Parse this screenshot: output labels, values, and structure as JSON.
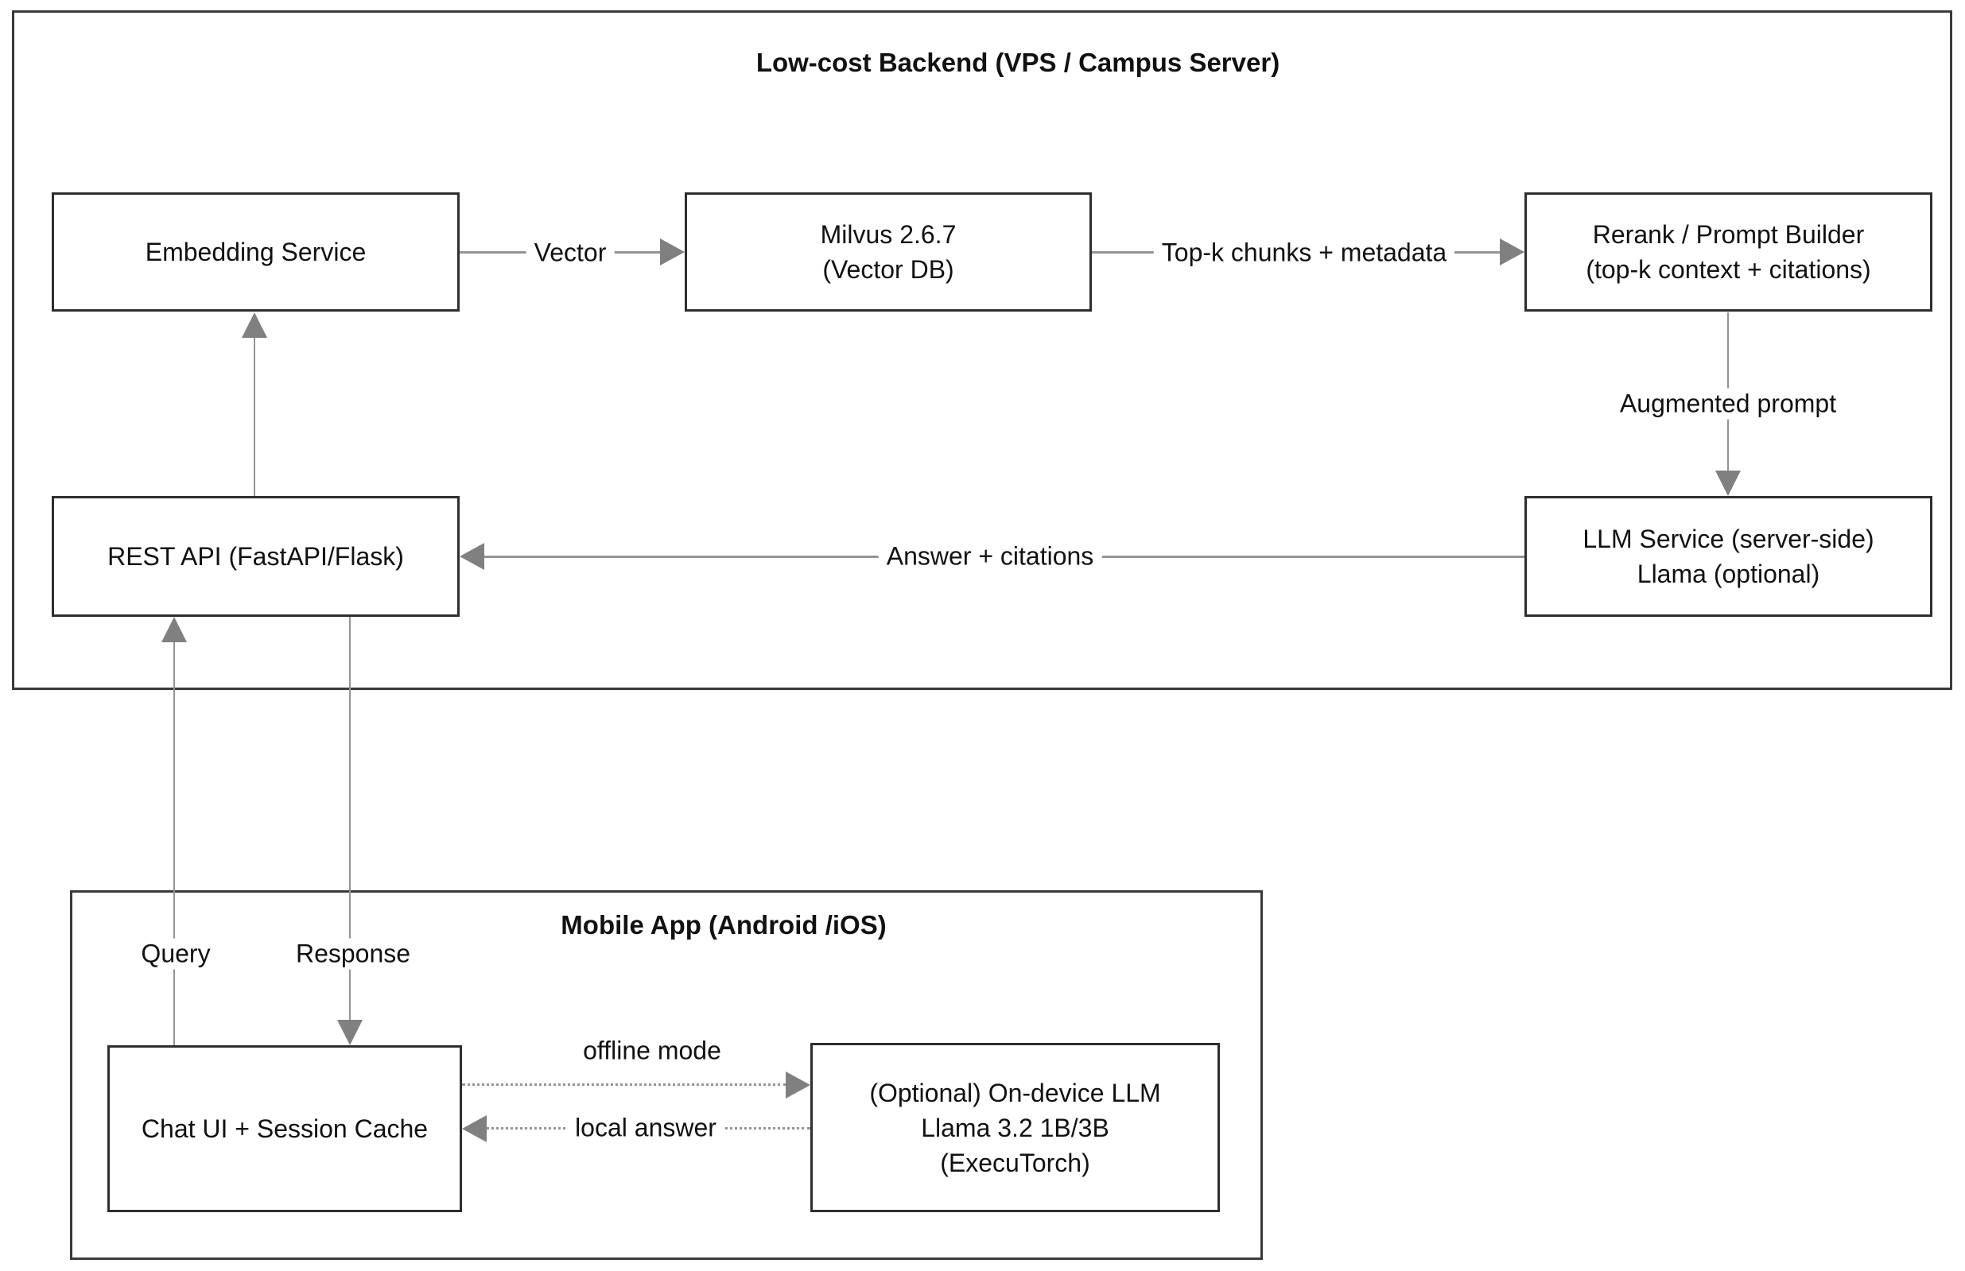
{
  "groups": {
    "backend": {
      "title": "Low-cost Backend (VPS / Campus Server)"
    },
    "mobile": {
      "title": "Mobile App (Android /iOS)"
    }
  },
  "nodes": {
    "embedding": {
      "lines": [
        "Embedding Service"
      ]
    },
    "milvus": {
      "lines": [
        "Milvus 2.6.7",
        "(Vector DB)"
      ]
    },
    "rerank": {
      "lines": [
        "Rerank / Prompt Builder",
        "(top-k context + citations)"
      ]
    },
    "rest_api": {
      "lines": [
        "REST API (FastAPI/Flask)"
      ]
    },
    "llm_service": {
      "lines": [
        "LLM Service (server-side)",
        "Llama (optional)"
      ]
    },
    "chat_ui": {
      "lines": [
        "Chat UI + Session Cache"
      ]
    },
    "on_device_llm": {
      "lines": [
        "(Optional) On-device LLM",
        "Llama 3.2 1B/3B",
        "(ExecuTorch)"
      ]
    }
  },
  "edges": {
    "vector": {
      "label": "Vector"
    },
    "topk": {
      "label": "Top-k chunks + metadata"
    },
    "augmented_prompt": {
      "label": "Augmented prompt"
    },
    "answer_citations": {
      "label": "Answer + citations"
    },
    "query": {
      "label": "Query"
    },
    "response": {
      "label": "Response"
    },
    "offline_mode": {
      "label": "offline mode"
    },
    "local_answer": {
      "label": "local answer"
    }
  },
  "colors": {
    "box_border": "#2e2e2e",
    "group_border": "#3a3a3a",
    "arrow_line": "#949494",
    "arrowhead": "#808080",
    "text": "#111111",
    "background": "#ffffff"
  }
}
